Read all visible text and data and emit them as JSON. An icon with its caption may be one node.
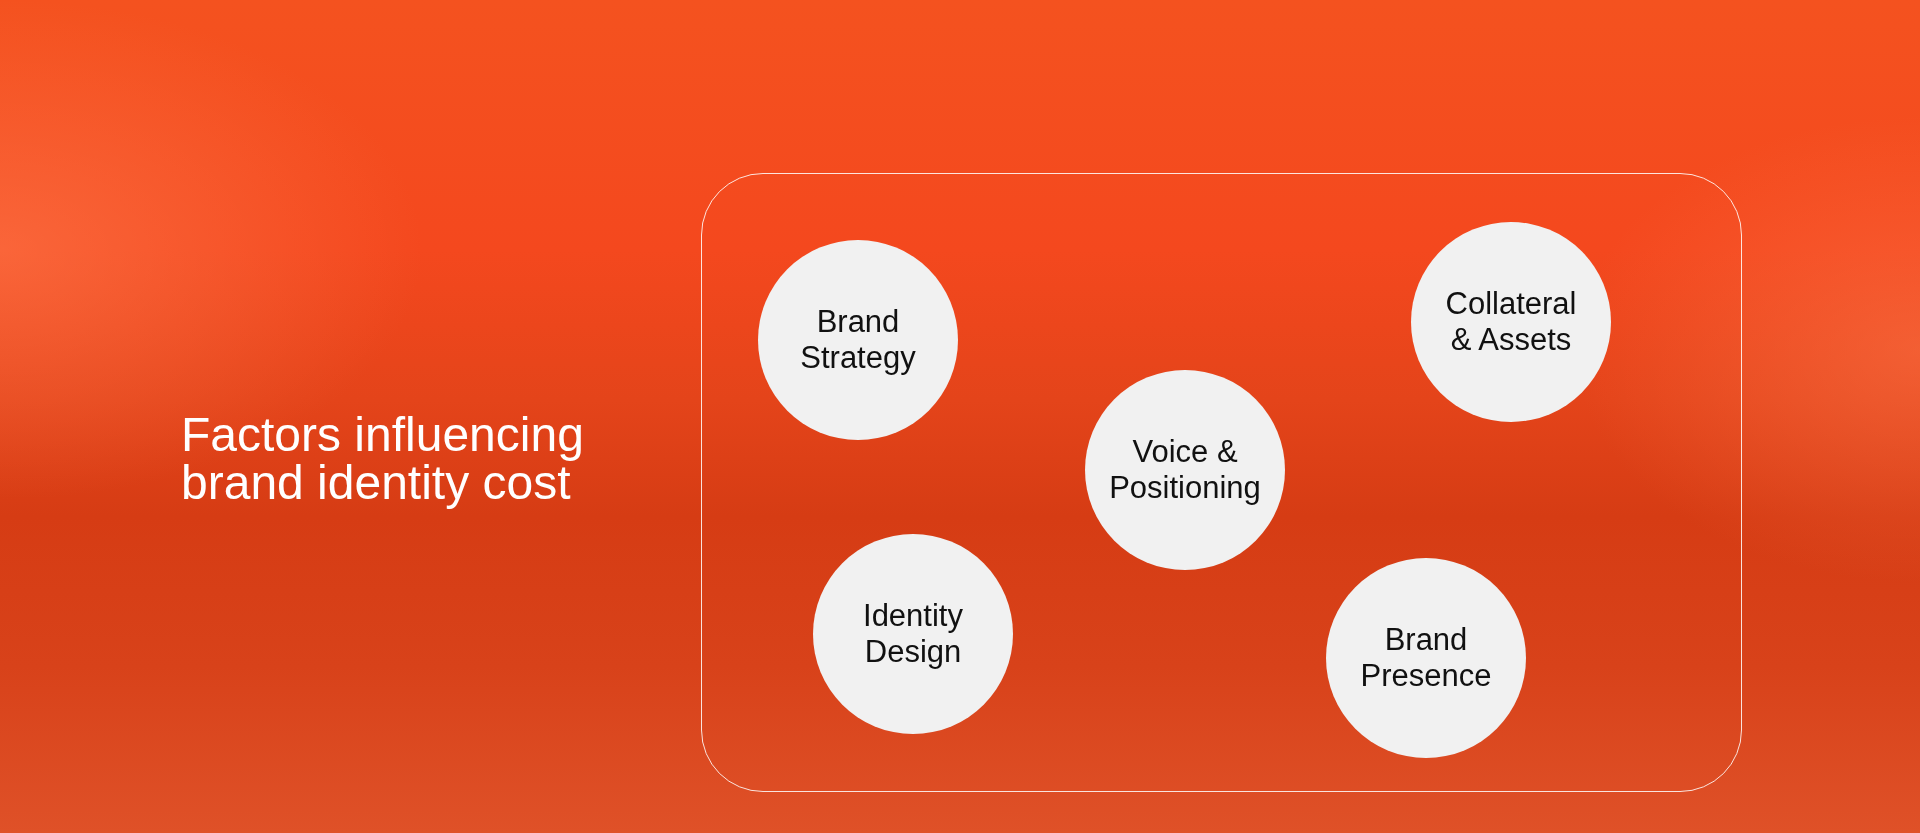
{
  "diagram": {
    "title": "Factors influencing brand identity cost",
    "nodes": [
      {
        "text": [],
        "shape": "box"
      },
      {
        "text": [
          "Brand Strategy"
        ],
        "in": 0
      },
      {
        "text": [
          "Collateral & Assets"
        ],
        "in": 0
      },
      {
        "text": [
          "Voice & Positioning"
        ],
        "in": 0
      },
      {
        "text": [
          "Identity Design"
        ],
        "in": 0
      },
      {
        "text": [
          "Brand Presence"
        ],
        "in": 0
      }
    ]
  }
}
